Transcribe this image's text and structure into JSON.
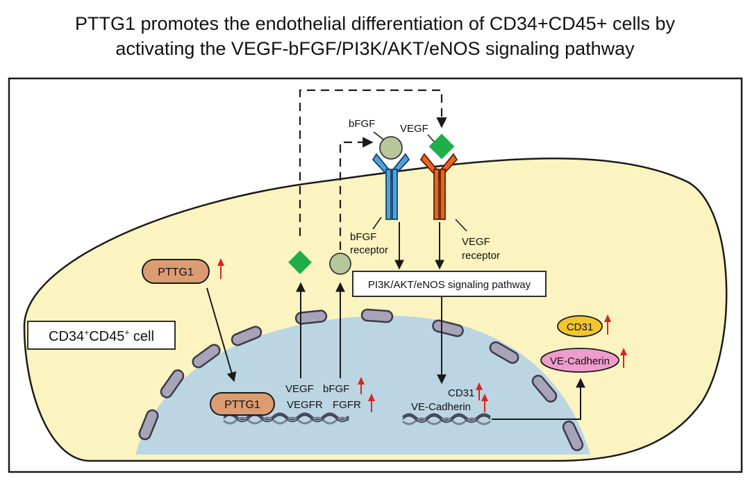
{
  "title": {
    "line1": "PTTG1 promotes the endothelial differentiation of CD34+CD45+ cells by",
    "line2": "activating the VEGF-bFGF/PI3K/AKT/eNOS signaling pathway"
  },
  "cell_label": {
    "main1": "CD34",
    "sup1": "+",
    "main2": "CD45",
    "sup2": "+",
    "tail": " cell"
  },
  "labels": {
    "bfgf_ligand": "bFGF",
    "vegf_ligand": "VEGF",
    "bfgf_receptor_1": "bFGF",
    "bfgf_receptor_2": "receptor",
    "vegf_receptor_1": "VEGF",
    "vegf_receptor_2": "receptor",
    "pathway": "PI3K/AKT/eNOS signaling pathway",
    "pttg1_cyto": "PTTG1",
    "pttg1_nuc": "PTTG1",
    "vegf_gene": "VEGF",
    "bfgf_gene": "bFGF",
    "vegfr_gene": "VEGFR",
    "fgfr_gene": "FGFR",
    "cd31_gene": "CD31",
    "vecad_gene": "VE-Cadherin",
    "cd31_protein": "CD31",
    "vecad_protein": "VE-Cadherin"
  },
  "colors": {
    "cytoplasm": "#fbf4c0",
    "nucleus": "#bcd5e3",
    "pttg1": "#dc9c72",
    "cd31": "#f0c52e",
    "vecadherin": "#ef9ccd",
    "bfgf_ligand": "#b8c79b",
    "vegf_ligand": "#1fae4a",
    "bfgf_receptor": "#4aa3dc",
    "vegf_receptor": "#ea6320",
    "up_arrow": "#d9251c",
    "membrane_segment": "#a7a4ba"
  }
}
